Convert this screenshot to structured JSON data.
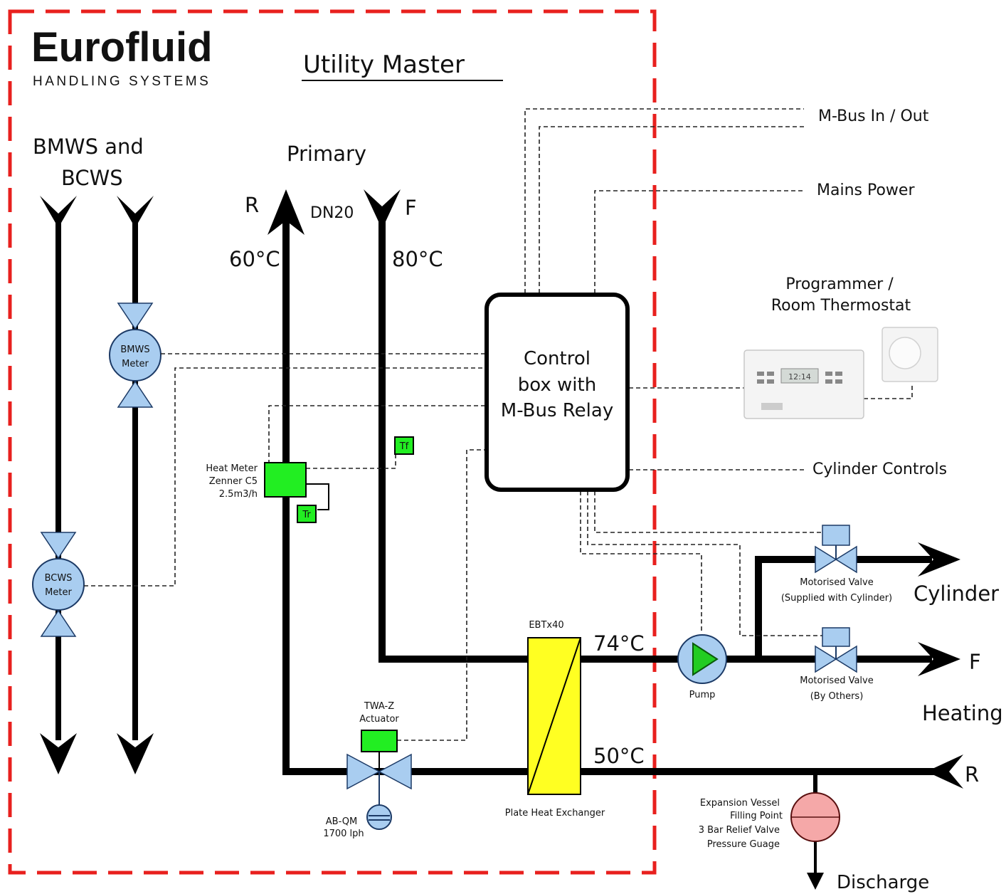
{
  "logo": {
    "brand": "Eurofluid",
    "tagline": "HANDLING SYSTEMS"
  },
  "title": "Utility Master",
  "labels": {
    "bmws_bcws_1": "BMWS and",
    "bmws_bcws_2": "BCWS",
    "primary": "Primary",
    "return_r": "R",
    "flow_f": "F",
    "dn": "DN20",
    "temp_60": "60°C",
    "temp_80": "80°C",
    "temp_74": "74°C",
    "temp_50": "50°C",
    "bmws_meter_1": "BMWS",
    "bmws_meter_2": "Meter",
    "bcws_meter_1": "BCWS",
    "bcws_meter_2": "Meter",
    "heat_meter_1": "Heat Meter",
    "heat_meter_2": "Zenner C5",
    "heat_meter_3": "2.5m3/h",
    "tf": "Tf",
    "tr": "Tr",
    "control_1": "Control",
    "control_2": "box with",
    "control_3": "M-Bus Relay",
    "mbus": "M-Bus In / Out",
    "mains": "Mains Power",
    "programmer_1": "Programmer /",
    "programmer_2": "Room Thermostat",
    "cylinder_controls": "Cylinder Controls",
    "mv1_1": "Motorised Valve",
    "mv1_2": "(Supplied with Cylinder)",
    "mv2_1": "Motorised Valve",
    "mv2_2": "(By Others)",
    "cylinder": "Cylinder",
    "heating_f": "F",
    "heating": "Heating",
    "heating_r": "R",
    "ebt": "EBTx40",
    "phe": "Plate Heat Exchanger",
    "pump": "Pump",
    "twa_1": "TWA-Z",
    "twa_2": "Actuator",
    "abqm_1": "AB-QM",
    "abqm_2": "1700 lph",
    "exp_1": "Expansion Vessel",
    "exp_2": "Filling Point",
    "exp_3": "3 Bar Relief Valve",
    "exp_4": "Pressure Guage",
    "discharge": "Discharge",
    "display": "12:14"
  },
  "colors": {
    "boundary": "#e8201e",
    "meter": "#a9cdf0",
    "meter_stroke": "#1c3a66",
    "green": "#22ee22",
    "yellow": "#ffff22",
    "pink": "#f5a8a8",
    "logo_blue": "#2596d8",
    "logo_grey": "#5a6570"
  }
}
